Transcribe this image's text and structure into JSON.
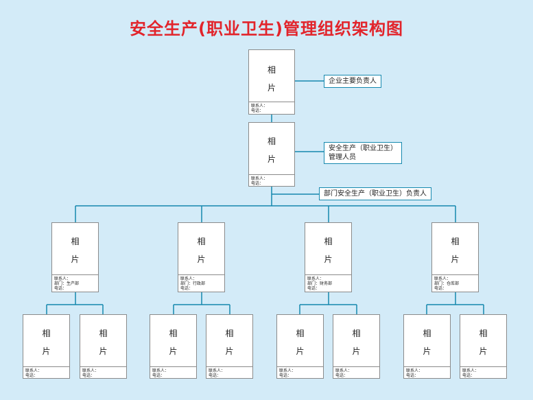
{
  "title": "安全生产(职业卫生)管理组织架构图",
  "photo_char_1": "相",
  "photo_char_2": "片",
  "contact_label": "联系人：",
  "phone_label": "电话：",
  "labels": {
    "top": "企业主要负责人",
    "second_line1": "安全生产（职业卫生）",
    "second_line2": "管理人员",
    "third": "部门安全生产（职业卫生）负责人"
  },
  "departments": [
    {
      "dept_label": "部门：生产部"
    },
    {
      "dept_label": "部门：行政部"
    },
    {
      "dept_label": "部门：财务部"
    },
    {
      "dept_label": "部门：仓库部"
    }
  ],
  "colors": {
    "title": "#e2242b",
    "line": "#1488ae",
    "background": "#d3ebf8"
  }
}
